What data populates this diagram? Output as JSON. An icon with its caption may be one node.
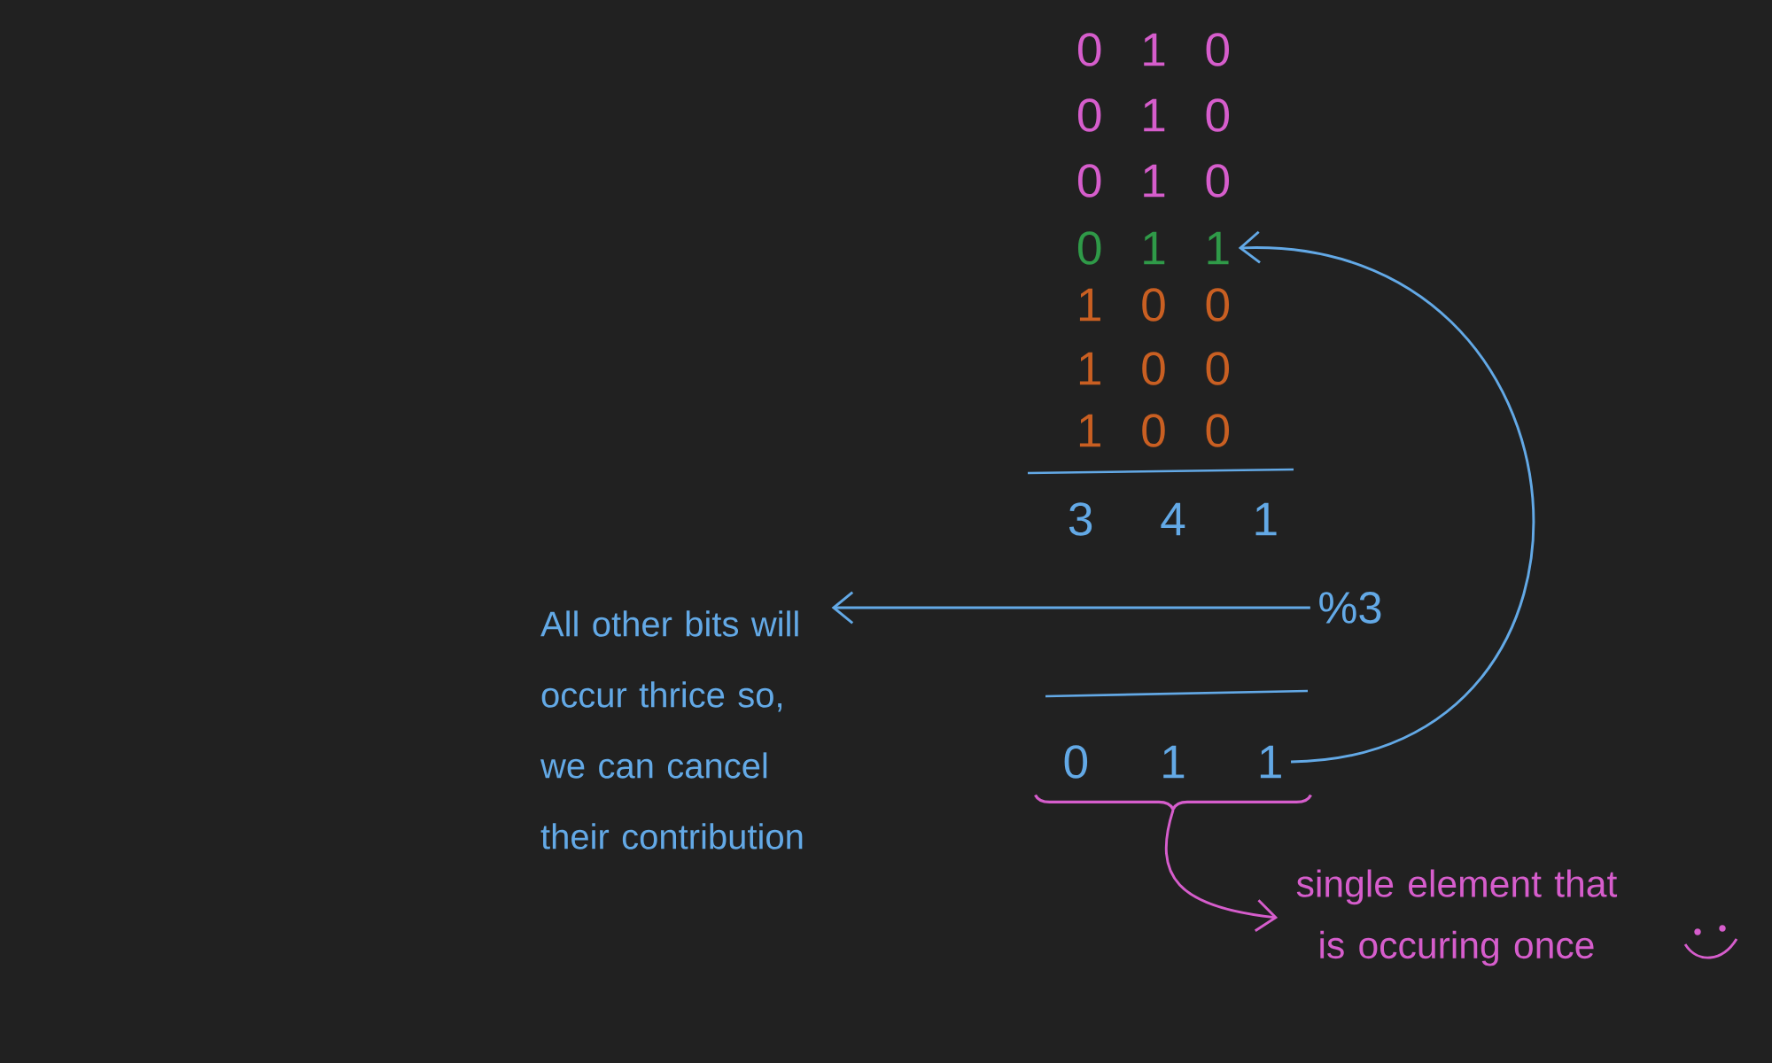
{
  "diagram": {
    "nodes": [
      {
        "text": [
          "0 1 1"
        ]
      },
      {
        "text": [
          "All other bits will occur thrice so, we can cancel their contribution"
        ]
      },
      {
        "text": [
          "%3"
        ]
      },
      {
        "text": [
          "0 1 1"
        ]
      },
      {
        "text": [],
        "shape": "brace"
      },
      {
        "text": [
          "single element that is occuring once"
        ]
      }
    ],
    "edges": [
      {
        "from": 3,
        "to": 0,
        "arrow": "to"
      },
      {
        "from": 2,
        "to": 1,
        "arrow": "to"
      },
      {
        "from": 4,
        "to": 5,
        "arrow": "to",
        "color": "#d65dcc"
      }
    ],
    "labels": [
      "0 1 0",
      "0 1 0",
      "0 1 0",
      "1 0 0",
      "1 0 0",
      "1 0 0",
      "3 4 1"
    ]
  }
}
